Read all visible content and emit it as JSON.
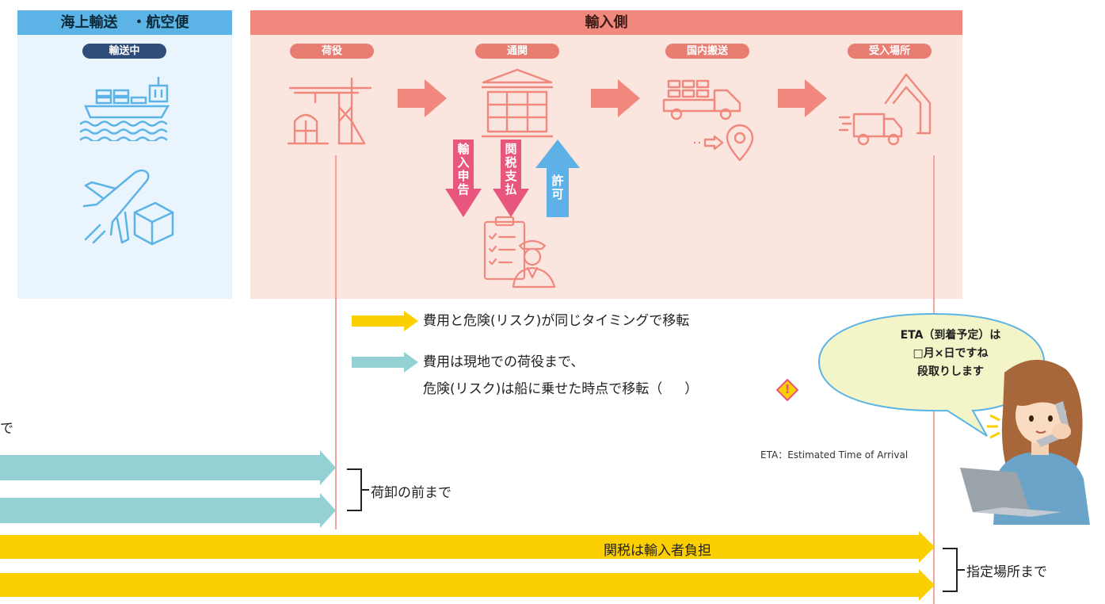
{
  "left_panel": {
    "header": "海上輸送　・航空便",
    "pill": "輸送中"
  },
  "right_panel": {
    "header": "輸入側",
    "steps": [
      {
        "label": "荷役",
        "icon": "crane-icon"
      },
      {
        "label": "通関",
        "icon": "customs-building-icon"
      },
      {
        "label": "国内搬送",
        "icon": "truck-icon"
      },
      {
        "label": "受入場所",
        "icon": "warehouse-icon"
      }
    ],
    "customs_arrows": [
      {
        "text": "輸入申告",
        "direction": "down",
        "color": "#e8557d"
      },
      {
        "text": "関税支払",
        "direction": "down",
        "color": "#e8557d"
      },
      {
        "text": "許可",
        "direction": "up",
        "color": "#5db1e6"
      }
    ]
  },
  "legend": {
    "yellow_text": "費用と危険(リスク)が同じタイミングで移転",
    "teal_line1": "費用は現地での荷役まで、",
    "teal_line2_before": "危険(リスク)は船に乗せた時点で移転（",
    "teal_line2_after": "）",
    "warning_mark": "!"
  },
  "speech_bubble": {
    "line1": "ETA（到着予定）は",
    "line2": "□月×日ですね",
    "line3": "段取りします"
  },
  "eta_note": "ETA：Estimated Time of Arrival",
  "left_edge_fragment": "で",
  "bars": {
    "teal_bracket_label": "荷卸の前まで",
    "yellow_bar_text": "関税は輸入者負担",
    "yellow_bracket_label": "指定場所まで"
  },
  "colors": {
    "teal": "#93d1d4",
    "yellow": "#fccf00",
    "salmon": "#f0887d",
    "sky": "#5bb4e5"
  }
}
